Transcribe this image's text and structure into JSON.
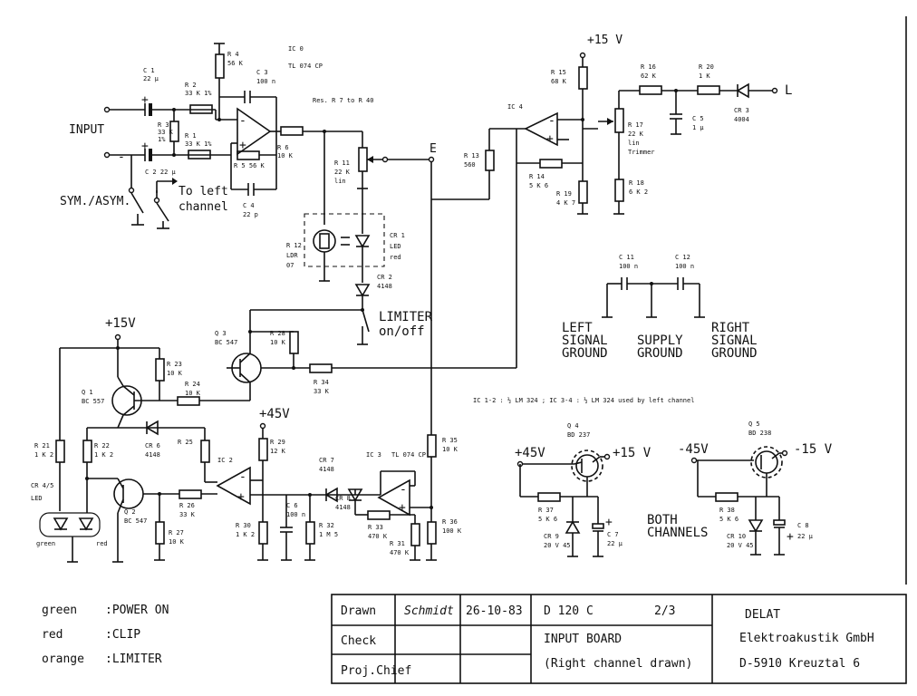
{
  "labels": {
    "input": "INPUT",
    "sym_asym": "SYM./ASYM.",
    "to_left_1": "To left",
    "to_left_2": "channel",
    "ic0": "IC 0",
    "ic0_type": "TL 074 CP",
    "res_note": "Res. R 7 to R 40",
    "e": "E",
    "l_out": "L",
    "plus15_top": "+15 V",
    "plus15_left": "+15V",
    "plus45": "+45V",
    "limiter1": "LIMITER",
    "limiter2": "on/off",
    "ic_note": "IC 1-2 : ½ LM 324   ;   IC 3-4 : ½ LM 324   used by left channel",
    "left_gnd": [
      "LEFT",
      "SIGNAL",
      "GROUND"
    ],
    "supply_gnd": [
      "SUPPLY",
      "GROUND"
    ],
    "right_gnd": [
      "RIGHT",
      "SIGNAL",
      "GROUND"
    ],
    "both_channels": [
      "BOTH",
      "CHANNELS"
    ],
    "reg_pos_in": "+45V",
    "reg_pos_out": "+15 V",
    "reg_neg_in": "-45V",
    "reg_neg_out": "-15 V"
  },
  "components": {
    "c1": "C 1",
    "c1v": "22 µ",
    "c2": "C 2   22 µ",
    "r1": "R 1",
    "r1v": "33 K 1%",
    "r2": "R 2",
    "r2v": "33 K 1%",
    "r3": "R 3",
    "r3v": "33 K",
    "r3t": "1%",
    "r4": "R 4",
    "r4v": "56 K",
    "c3": "C 3",
    "c3v": "100 n",
    "r5": "R 5   56 K",
    "c4": "C 4",
    "c4v": "22 p",
    "r6": "R 6",
    "r6v": "10 K",
    "r11": "R 11",
    "r11v": "22 K",
    "r11t": "lin",
    "r12": "R 12",
    "r12v": "LDR",
    "r12t": "07",
    "cr1": "CR 1",
    "cr1v": "LED",
    "cr1t": "red",
    "cr2": "CR 2",
    "cr2v": "4148",
    "r13": "R 13",
    "r13v": "560",
    "ic4": "IC 4",
    "r15": "R 15",
    "r15v": "68 K",
    "r16": "R 16",
    "r16v": "62 K",
    "r20": "R 20",
    "r20v": "1 K",
    "cr3": "CR 3",
    "cr3v": "4004",
    "c5": "C 5",
    "c5v": "1 µ",
    "r17": "R 17",
    "r17v": "22 K",
    "r17t": "lin",
    "r17u": "Trimmer",
    "r14": "R 14",
    "r14v": "5 K 6",
    "r18": "R 18",
    "r18v": "6 K 2",
    "r19": "R 19",
    "r19v": "4 K 7",
    "c11": "C 11",
    "c11v": "100 n",
    "c12": "C 12",
    "c12v": "100 n",
    "q3": "Q 3",
    "q3v": "BC 547",
    "r28": "R 28",
    "r28v": "10 K",
    "r34": "R 34",
    "r34v": "33 K",
    "q1": "Q 1",
    "q1v": "BC 557",
    "r23": "R 23",
    "r23v": "10 K",
    "r24": "R 24",
    "r24v": "10 K",
    "r21": "R 21",
    "r21v": "1 K 2",
    "r22": "R 22",
    "r22v": "1 K 2",
    "cr6": "CR 6",
    "cr6v": "4148",
    "r25": "R 25",
    "cr45": "CR 4/5",
    "cr45v": "LED",
    "green": "green",
    "red": "red",
    "q2": "Q 2",
    "q2v": "BC 547",
    "r27": "R 27",
    "r27v": "10 K",
    "r26": "R 26",
    "r26v": "33 K",
    "ic2": "IC 2",
    "r29": "R 29",
    "r29v": "12 K",
    "r30": "R 30",
    "r30v": "1 K 2",
    "c6": "C 6",
    "c6v": "100 n",
    "r32": "R 32",
    "r32v": "1 M 5",
    "cr7": "CR 7",
    "cr7v": "4148",
    "cr8": "CR 8",
    "cr8v": "4148",
    "ic3": "IC 3",
    "ic3v": "TL 074 CP",
    "r33": "R 33",
    "r33v": "470 K",
    "r31": "R 31",
    "r31v": "470 K",
    "r35": "R 35",
    "r35v": "10 K",
    "r36": "R 36",
    "r36v": "100 K",
    "q4": "Q 4",
    "q4v": "BD 237",
    "q5": "Q 5",
    "q5v": "BD 238",
    "r37": "R 37",
    "r37v": "5 K 6",
    "r38": "R 38",
    "r38v": "5 K 6",
    "cr9": "CR 9",
    "cr9v": "20 V 45",
    "cr10": "CR 10",
    "cr10v": "20 V 45",
    "c7": "C 7",
    "c7v": "22 µ",
    "c8": "C 8",
    "c8v": "22 µ"
  },
  "legend": [
    {
      "color": "green",
      "meaning": "POWER ON"
    },
    {
      "color": "red",
      "meaning": "CLIP"
    },
    {
      "color": "orange",
      "meaning": "LIMITER"
    }
  ],
  "title_block": {
    "drawn": "Drawn",
    "drawn_by": "Schmidt",
    "date": "26-10-83",
    "drawing_no": "D 120 C",
    "sheet": "2/3",
    "check": "Check",
    "proj_chief": "Proj.Chief",
    "title1": "INPUT  BOARD",
    "title2": "(Right channel drawn)",
    "company1": "DELAT",
    "company2": "Elektroakustik  GmbH",
    "company3": "D-5910  Kreuztal  6"
  }
}
